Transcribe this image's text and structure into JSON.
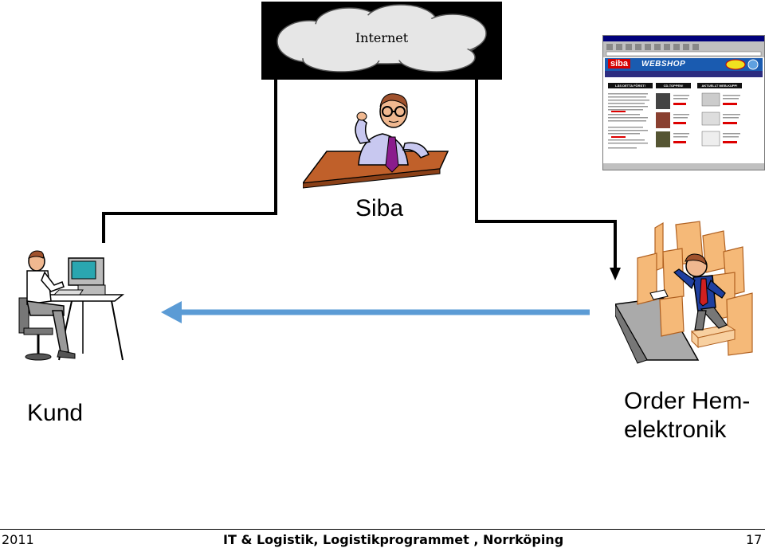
{
  "nodes": {
    "internet": "Internet",
    "siba": "Siba",
    "kund": "Kund",
    "order_line1": "Order Hem-",
    "order_line2": "elektronik"
  },
  "webshop": {
    "brand": "siba",
    "banner": "WEBSHOP",
    "col1": "LÄS DETTA FÖRST!",
    "col2": "CD-TOPPEN!",
    "col3": "AKTUELLT WEB-KUPP!"
  },
  "footer": {
    "year": "2011",
    "title": "IT & Logistik, Logistikprogrammet , Norrköping",
    "page": "17"
  },
  "colors": {
    "arrow": "#5b9bd5",
    "connector": "#000000",
    "desk": "#c0602a",
    "shirt": "#c8c8f0",
    "tie": "#8a1c8c"
  }
}
